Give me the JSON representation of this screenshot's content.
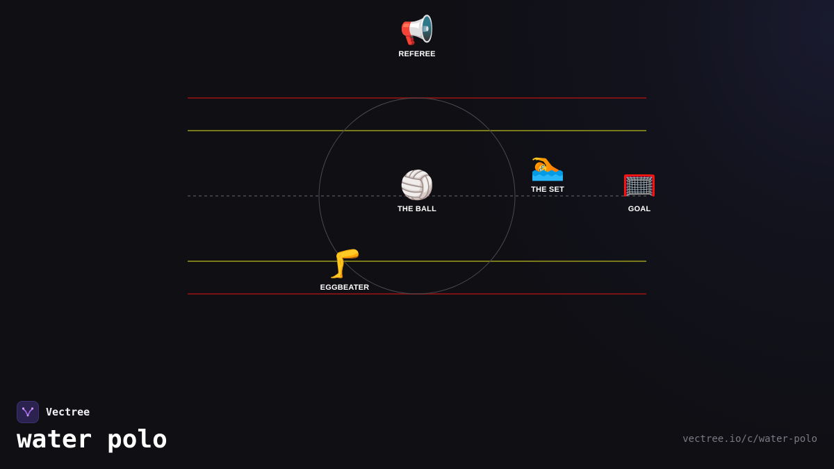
{
  "diagram": {
    "nodes": {
      "referee": {
        "label": "REFEREE",
        "icon": "megaphone-icon",
        "emoji": "📢"
      },
      "ball": {
        "label": "THE BALL",
        "icon": "volleyball-icon",
        "emoji": "🏐"
      },
      "set": {
        "label": "THE SET",
        "icon": "swimmer-icon",
        "emoji": "🏊"
      },
      "goal": {
        "label": "GOAL",
        "icon": "goal-net-icon",
        "emoji": "🥅"
      },
      "eggbeater": {
        "label": "EGGBEATER",
        "icon": "leg-icon",
        "emoji": "🦵"
      }
    },
    "colors": {
      "red_line": "#7a1414",
      "yellow_line": "#7a7a1a",
      "center_line": "#6a6a70",
      "circle": "#4a4a50"
    }
  },
  "brand": {
    "name": "Vectree",
    "icon": "vectree-logo-icon",
    "accent": "#a86ae8"
  },
  "page": {
    "title": "water polo",
    "url": "vectree.io/c/water-polo"
  }
}
